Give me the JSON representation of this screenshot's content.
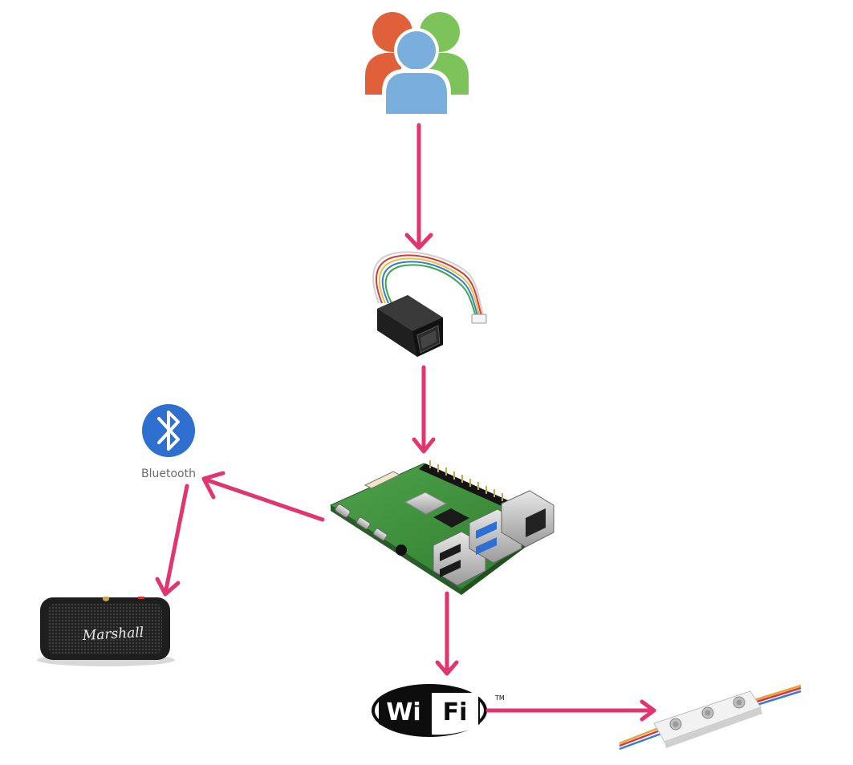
{
  "diagram": {
    "nodes": [
      {
        "id": "users",
        "icon": "users-icon"
      },
      {
        "id": "fingerprint-sensor",
        "icon": "fingerprint-sensor-image"
      },
      {
        "id": "raspberry-pi",
        "icon": "raspberry-pi-board-image"
      },
      {
        "id": "bluetooth",
        "icon": "bluetooth-icon",
        "label": "Bluetooth"
      },
      {
        "id": "speaker",
        "icon": "marshall-speaker-image",
        "brand": "Marshall"
      },
      {
        "id": "wifi",
        "icon": "wifi-logo",
        "text_wi": "Wi",
        "text_fi": "Fi",
        "tm": "TM"
      },
      {
        "id": "led-module",
        "icon": "led-module-image"
      }
    ],
    "edges": [
      {
        "from": "users",
        "to": "fingerprint-sensor"
      },
      {
        "from": "fingerprint-sensor",
        "to": "raspberry-pi"
      },
      {
        "from": "raspberry-pi",
        "to": "bluetooth"
      },
      {
        "from": "bluetooth",
        "to": "speaker"
      },
      {
        "from": "raspberry-pi",
        "to": "wifi"
      },
      {
        "from": "wifi",
        "to": "led-module"
      }
    ]
  },
  "colors": {
    "arrow": "#e0356e",
    "user_left": "#e0603a",
    "user_right": "#7cc45a",
    "user_center": "#7aaedc",
    "bluetooth": "#2f6fd0",
    "board_green": "#3f8f3a"
  }
}
